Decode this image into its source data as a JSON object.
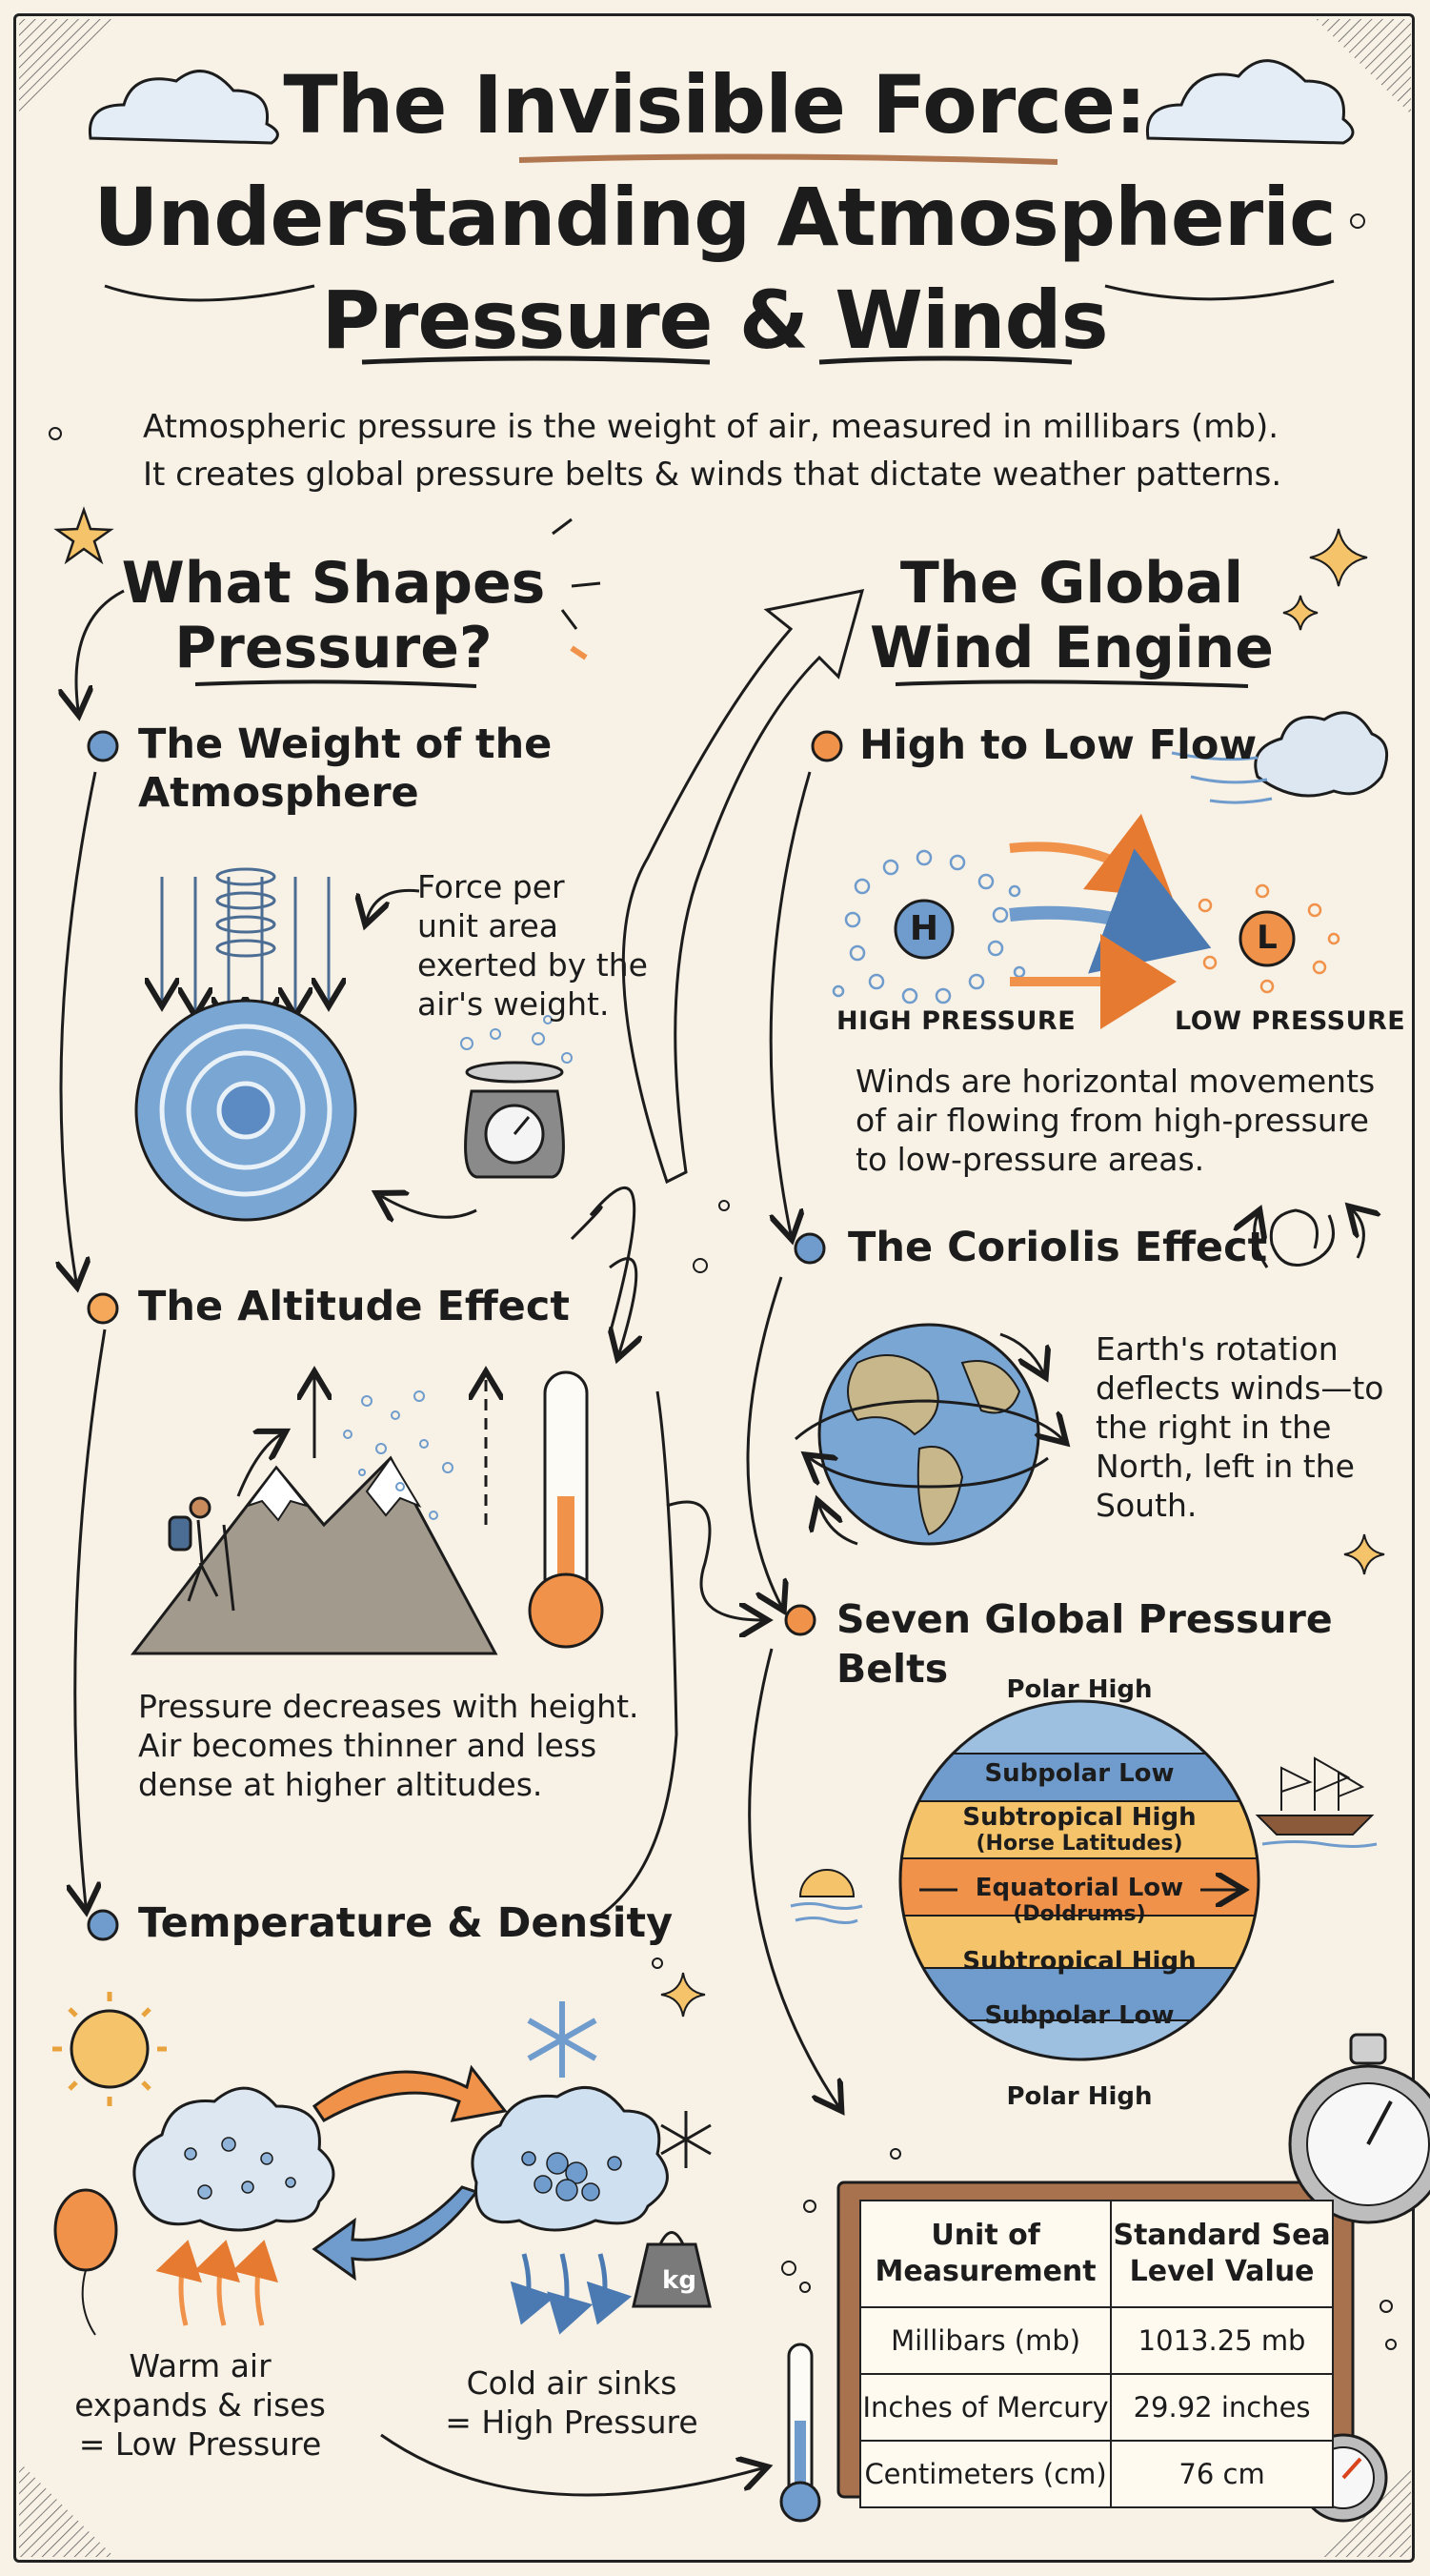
{
  "header": {
    "title_line1": "The Invisible Force:",
    "title_line2": "Understanding Atmospheric",
    "title_line3": "Pressure & Winds",
    "intro_line1": "Atmospheric pressure is the weight of air, measured in millibars (mb).",
    "intro_line2": "It creates global pressure belts & winds that dictate weather patterns."
  },
  "left": {
    "section_title_line1": "What Shapes",
    "section_title_line2": "Pressure?",
    "weight": {
      "heading_line1": "The Weight of the",
      "heading_line2": "Atmosphere",
      "note_line1": "Force per",
      "note_line2": "unit area",
      "note_line3": "exerted by the",
      "note_line4": "air's weight."
    },
    "altitude": {
      "heading": "The Altitude Effect",
      "text_line1": "Pressure decreases with height.",
      "text_line2": "Air becomes thinner and less",
      "text_line3": "dense at higher altitudes."
    },
    "temperature": {
      "heading": "Temperature & Density",
      "warm_line1": "Warm air",
      "warm_line2": "expands & rises",
      "warm_line3": "= Low Pressure",
      "cold_line1": "Cold air sinks",
      "cold_line2": "= High Pressure",
      "weight_label": "kg"
    }
  },
  "right": {
    "section_title_line1": "The Global",
    "section_title_line2": "Wind Engine",
    "flow": {
      "heading": "High to Low Flow",
      "high_symbol": "H",
      "low_symbol": "L",
      "high_label": "HIGH PRESSURE",
      "low_label": "LOW PRESSURE",
      "text_line1": "Winds are horizontal movements",
      "text_line2": "of air flowing from high-pressure",
      "text_line3": "to low-pressure areas."
    },
    "coriolis": {
      "heading": "The Coriolis Effect",
      "text_line1": "Earth's rotation",
      "text_line2": "deflects winds—to",
      "text_line3": "the right in the",
      "text_line4": "North, left in the",
      "text_line5": "South."
    },
    "belts": {
      "heading": "Seven Global Pressure Belts",
      "polar_high_top": "Polar High",
      "subpolar_low_n": "Subpolar Low",
      "subtropical_high_n": "Subtropical High",
      "horse_latitudes": "(Horse Latitudes)",
      "equatorial_low": "Equatorial Low",
      "doldrums": "(Doldrums)",
      "subtropical_high_s": "Subtropical High",
      "subpolar_low_s": "Subpolar Low",
      "polar_high_bottom": "Polar High"
    },
    "units_table": {
      "headers": [
        [
          "Unit of",
          "Measurement"
        ],
        [
          "Standard Sea",
          "Level Value"
        ]
      ],
      "rows": [
        [
          "Millibars (mb)",
          "1013.25 mb"
        ],
        [
          "Inches of Mercury",
          "29.92 inches"
        ],
        [
          "Centimeters (cm)",
          "76 cm"
        ]
      ]
    }
  },
  "colors": {
    "background": "#f7f1e6",
    "ink": "#1c1c1c",
    "blue": "#6f9ccc",
    "orange": "#f0924a",
    "yellow": "#f5c46a"
  }
}
